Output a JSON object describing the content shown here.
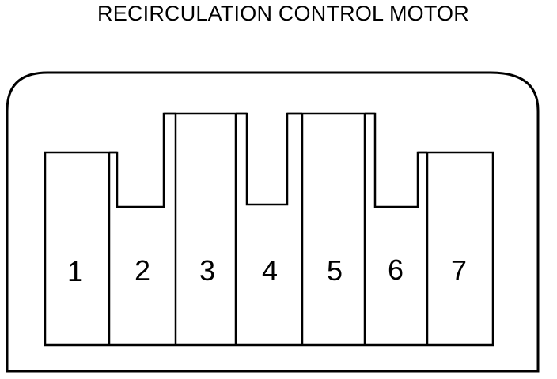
{
  "title": "RECIRCULATION CONTROL MOTOR",
  "pins": [
    "1",
    "2",
    "3",
    "4",
    "5",
    "6",
    "7"
  ]
}
